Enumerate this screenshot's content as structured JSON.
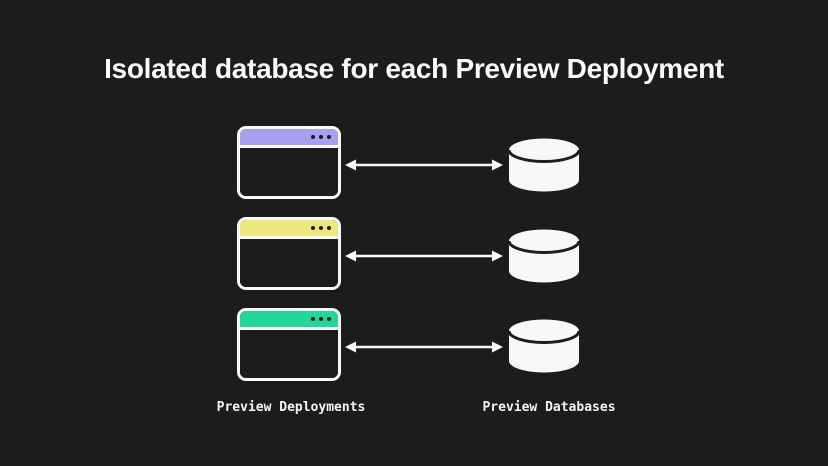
{
  "title": "Isolated database for each Preview Deployment",
  "legend": {
    "deployments_label": "Preview Deployments",
    "databases_label": "Preview Databases"
  },
  "colors": {
    "background": "#1c1c1c",
    "foreground": "#f8f8f8"
  },
  "icons": {
    "window": "browser-window-icon",
    "arrow": "bidirectional-arrow-icon",
    "database": "database-icon"
  },
  "rows": [
    {
      "titlebar_color": "#a6a0f0"
    },
    {
      "titlebar_color": "#ebe87d"
    },
    {
      "titlebar_color": "#23d796"
    }
  ]
}
